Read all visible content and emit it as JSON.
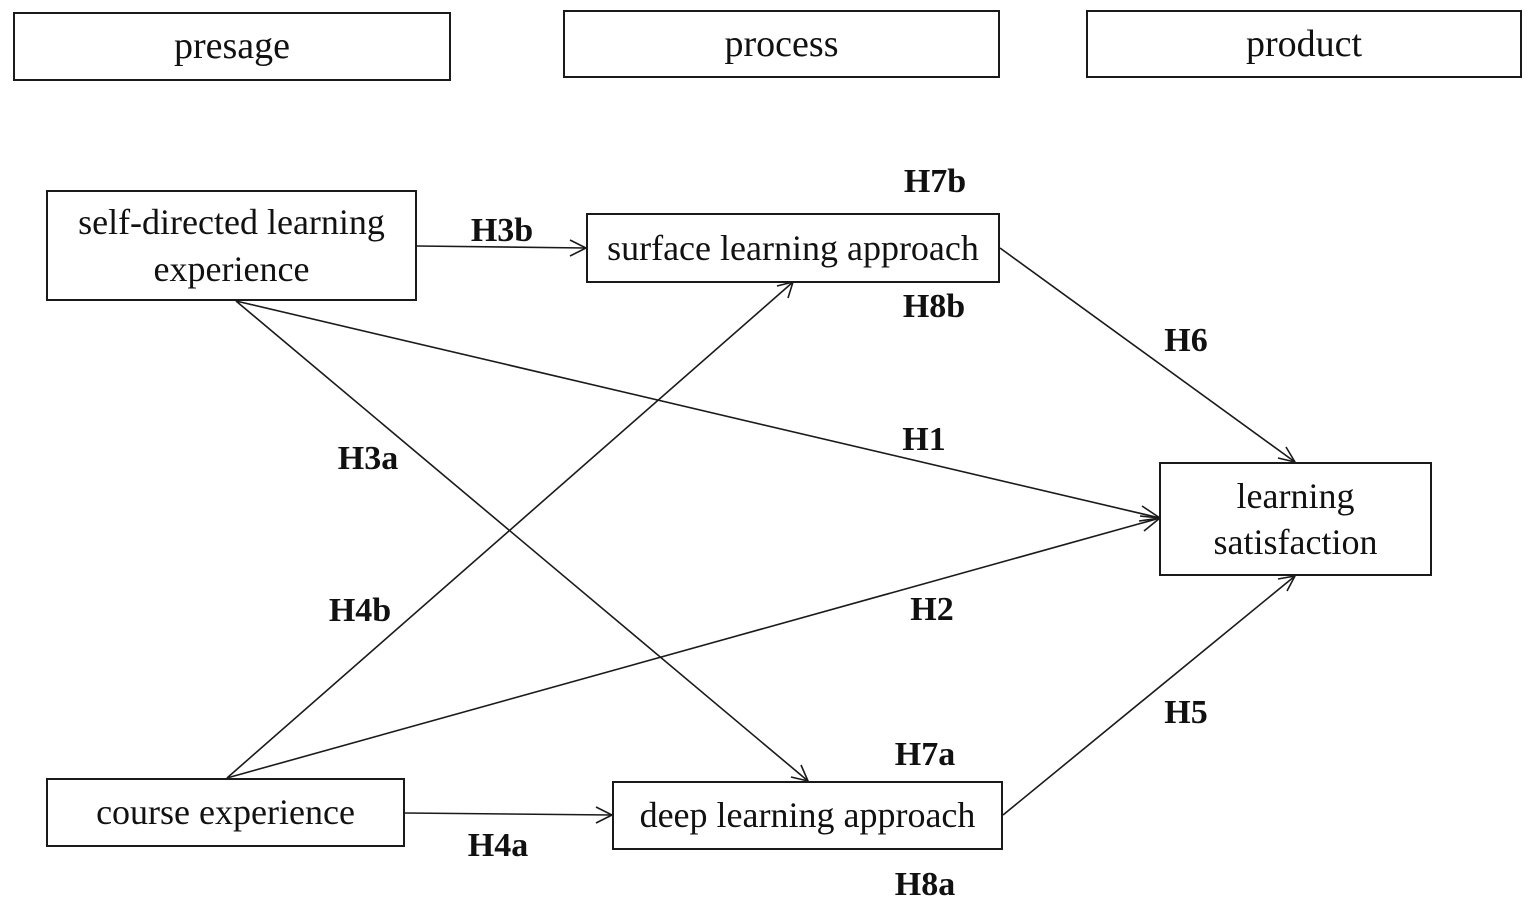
{
  "stages": {
    "presage": "presage",
    "process": "process",
    "product": "product"
  },
  "nodes": {
    "self_directed": {
      "line1": "self-directed learning",
      "line2": "experience"
    },
    "course": {
      "line1": "course experience"
    },
    "surface": {
      "line1": "surface learning approach"
    },
    "deep": {
      "line1": "deep learning approach"
    },
    "satisfaction": {
      "line1": "learning",
      "line2": "satisfaction"
    }
  },
  "hypotheses": {
    "h1": "H1",
    "h2": "H2",
    "h3a": "H3a",
    "h3b": "H3b",
    "h4a": "H4a",
    "h4b": "H4b",
    "h5": "H5",
    "h6": "H6",
    "h7a": "H7a",
    "h7b": "H7b",
    "h8a": "H8a",
    "h8b": "H8b"
  }
}
